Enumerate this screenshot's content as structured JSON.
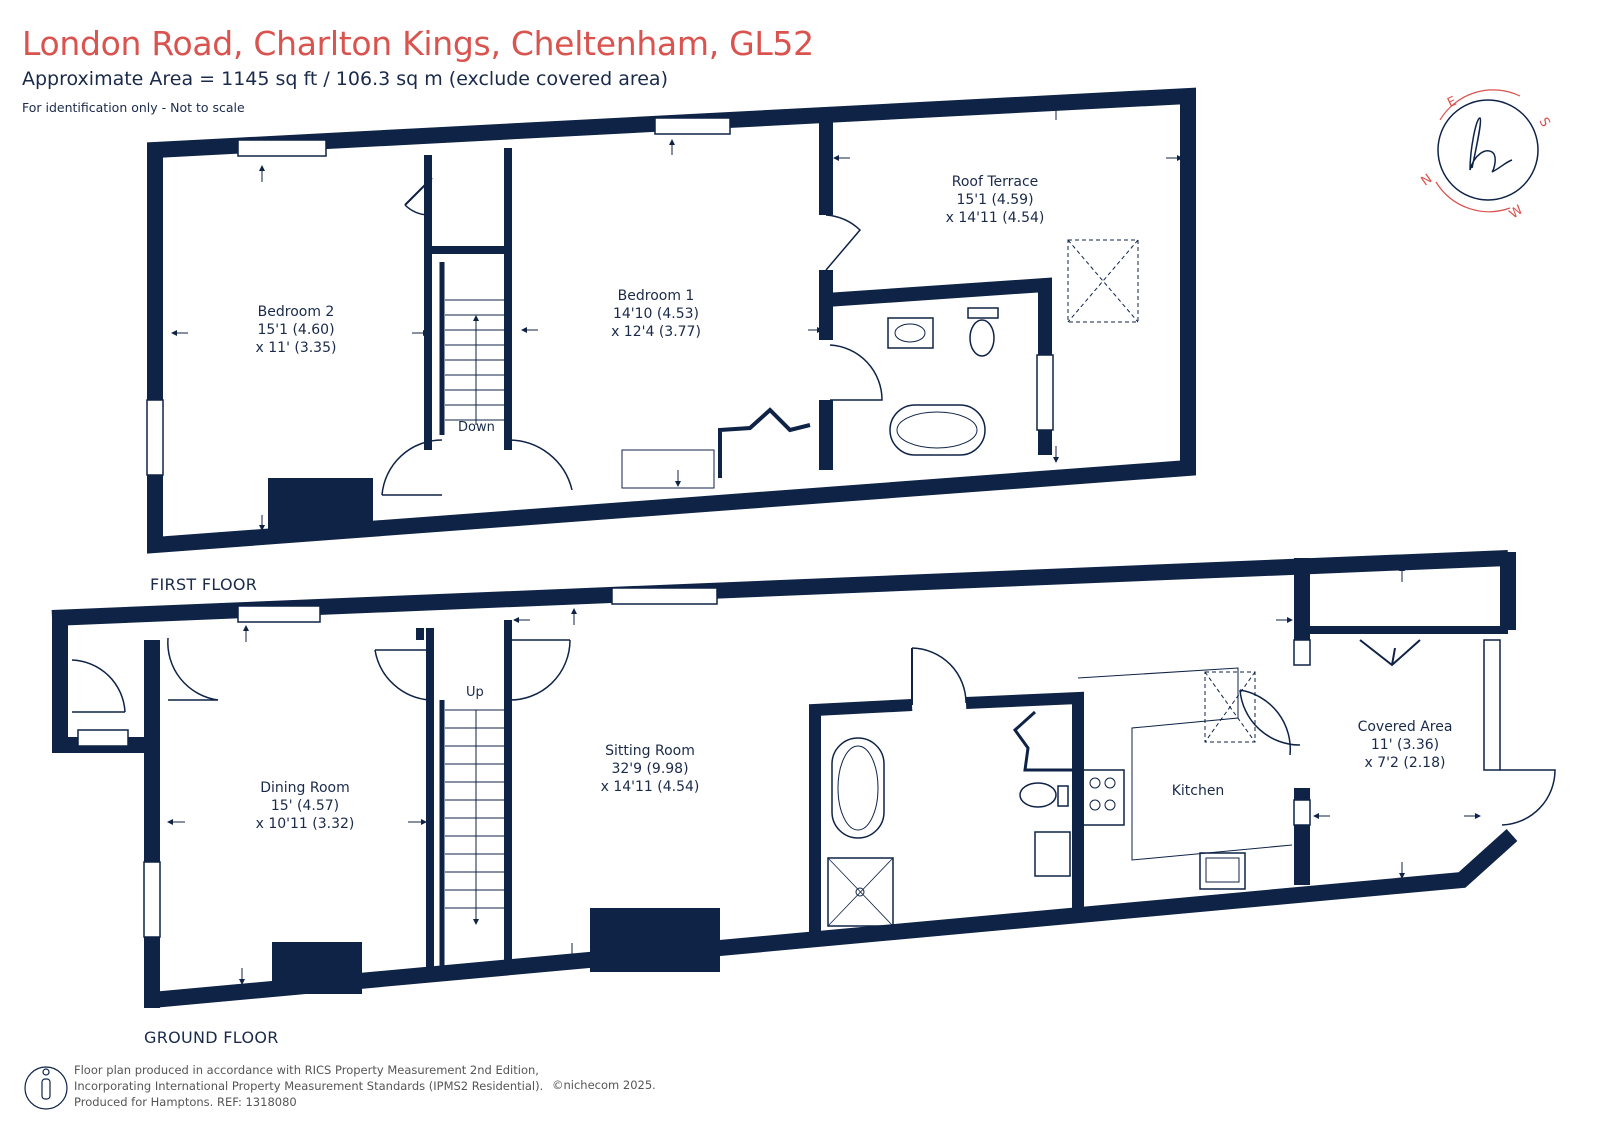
{
  "header": {
    "title": "London Road, Charlton Kings, Cheltenham, GL52",
    "subtitle": "Approximate Area = 1145 sq ft / 106.3 sq m (exclude covered area)",
    "note": "For identification only - Not to scale"
  },
  "floors": {
    "first": "FIRST FLOOR",
    "ground": "GROUND FLOOR"
  },
  "rooms": {
    "bedroom2": {
      "name": "Bedroom 2",
      "dim1": "15'1 (4.60)",
      "dim2": "x 11' (3.35)"
    },
    "bedroom1": {
      "name": "Bedroom 1",
      "dim1": "14'10 (4.53)",
      "dim2": "x 12'4 (3.77)"
    },
    "roof_terrace": {
      "name": "Roof Terrace",
      "dim1": "15'1 (4.59)",
      "dim2": "x 14'11 (4.54)"
    },
    "dining": {
      "name": "Dining Room",
      "dim1": "15' (4.57)",
      "dim2": "x 10'11 (3.32)"
    },
    "sitting": {
      "name": "Sitting Room",
      "dim1": "32'9 (9.98)",
      "dim2": "x 14'11 (4.54)"
    },
    "kitchen": {
      "name": "Kitchen"
    },
    "covered": {
      "name": "Covered Area",
      "dim1": "11' (3.36)",
      "dim2": "x 7'2 (2.18)"
    }
  },
  "stairs": {
    "down": "Down",
    "up": "Up"
  },
  "compass": {
    "n": "N",
    "e": "E",
    "s": "S",
    "w": "W"
  },
  "footer": {
    "line1": "Floor plan produced in accordance with RICS Property Measurement 2nd Edition,",
    "line2": "Incorporating International Property Measurement Standards (IPMS2 Residential).",
    "line3": "Produced for Hamptons.  REF:  1318080",
    "copyright": "©nichecom 2025."
  },
  "colors": {
    "wall": "#0f2347",
    "title": "#d9534f",
    "compass": "#d9534f"
  }
}
